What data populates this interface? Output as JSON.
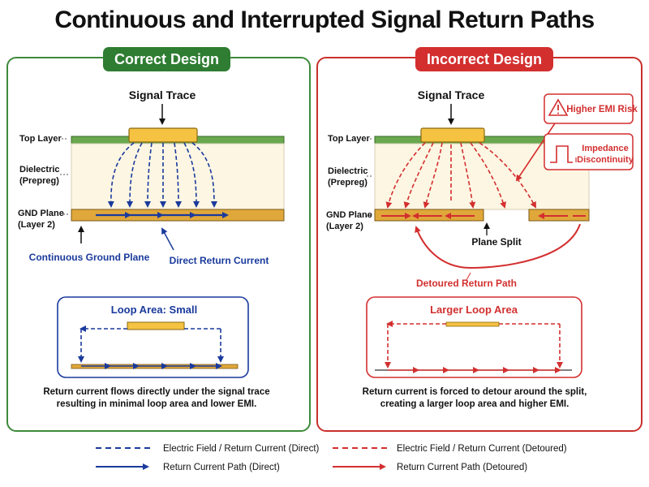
{
  "title": "Continuous and Interrupted Signal Return Paths",
  "colors": {
    "green_layer": "#6aa84f",
    "dielectric": "#fdf6e3",
    "copper": "#e0a73a",
    "trace": "#f5c242",
    "blue": "#1a3a9c",
    "red": "#d32f2f",
    "green_border": "#3d8a3a"
  },
  "correct": {
    "header": "Correct Design",
    "signal_trace": "Signal Trace",
    "layers": {
      "top": "Top Layer",
      "dielectric_1": "Dielectric",
      "dielectric_2": "(Prepreg)",
      "gnd_1": "GND Plane",
      "gnd_2": "(Layer 2)"
    },
    "annot_ground": "Continuous Ground Plane",
    "annot_return": "Direct Return Current",
    "loop_title": "Loop Area: Small",
    "caption_1": "Return current flows directly under the signal trace",
    "caption_2": "resulting in minimal loop area and lower EMI."
  },
  "incorrect": {
    "header": "Incorrect Design",
    "signal_trace": "Signal Trace",
    "layers": {
      "top": "Top Layer",
      "dielectric_1": "Dielectric",
      "dielectric_2": "(Prepreg)",
      "gnd_1": "GND Plane",
      "gnd_2": "(Layer 2)"
    },
    "emi_risk": "Higher EMI Risk",
    "impedance_1": "Impedance",
    "impedance_2": "Discontinuity",
    "plane_split": "Plane Split",
    "detoured": "Detoured Return Path",
    "loop_title": "Larger Loop Area",
    "caption_1": "Return current is forced to detour around the split,",
    "caption_2": "creating a larger loop area and higher EMI."
  },
  "legend": {
    "blue_dashed": "Electric Field / Return Current (Direct)",
    "blue_arrow": "Return Current Path (Direct)",
    "red_dashed": "Electric Field / Return Current (Detoured)",
    "red_arrow": "Return Current Path (Detoured)"
  }
}
